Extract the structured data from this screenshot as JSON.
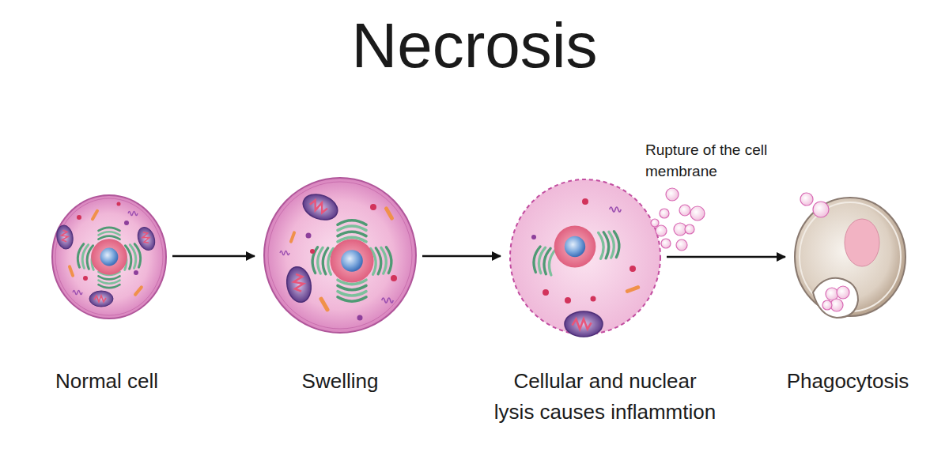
{
  "diagram": {
    "title": "Necrosis",
    "nodes": [
      {
        "text": [
          "Normal cell"
        ]
      },
      {
        "text": [
          "Swelling"
        ]
      },
      {
        "text": [
          "Cellular and nuclear lysis causes inflammtion"
        ]
      },
      {
        "text": [
          "Phagocytosis"
        ]
      }
    ],
    "edges": [
      {
        "from": 0,
        "to": 1,
        "arrow": "to"
      },
      {
        "from": 1,
        "to": 2,
        "arrow": "to"
      },
      {
        "from": 2,
        "to": 3,
        "arrow": "to"
      }
    ],
    "labels": [
      "Rupture of the cell membrane"
    ]
  }
}
